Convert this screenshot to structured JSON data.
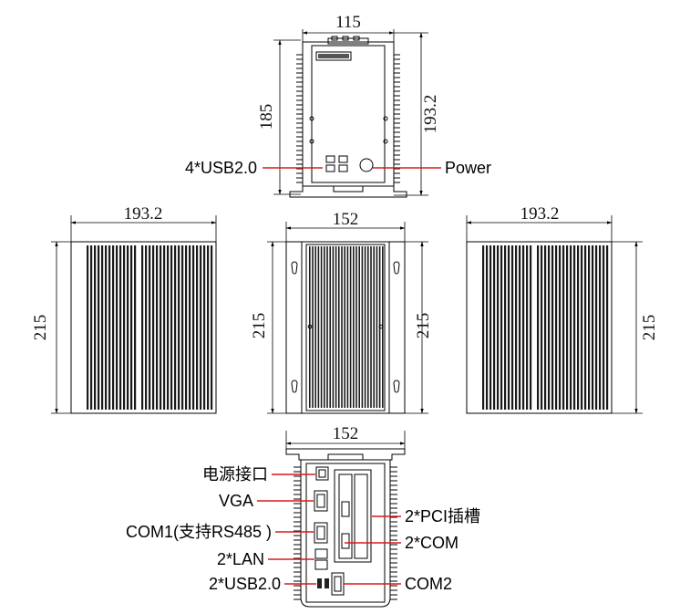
{
  "dimensions": {
    "top_width": "115",
    "top_height_left": "185",
    "top_height_right": "193.2",
    "left_width": "193.2",
    "left_height": "215",
    "center_width": "152",
    "center_height_left": "215",
    "center_height_right": "215",
    "right_width": "193.2",
    "right_height": "215",
    "bottom_width": "152"
  },
  "top_labels": {
    "usb": "4*USB2.0",
    "power": "Power"
  },
  "bottom_labels": {
    "power_port": "电源接口",
    "vga": "VGA",
    "com1": "COM1(支持RS485 )",
    "lan": "2*LAN",
    "usb": "2*USB2.0",
    "pci": "2*PCI插槽",
    "com": "2*COM",
    "com2": "COM2"
  },
  "colors": {
    "leader": "#d91a1a",
    "outline": "#000000"
  }
}
